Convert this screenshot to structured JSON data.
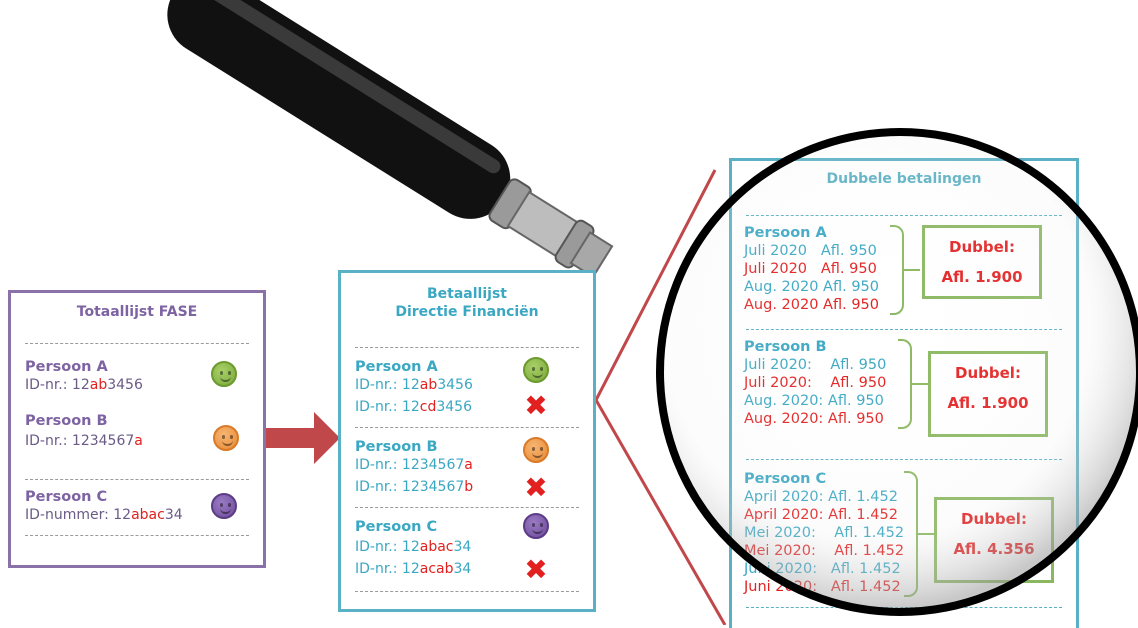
{
  "fase": {
    "title": "Totaallijst FASE",
    "persons": [
      {
        "name": "Persoon A",
        "id_prefix": "ID-nr.: 12",
        "id_red": "ab",
        "id_suffix": "3456"
      },
      {
        "name": "Persoon B",
        "id_prefix": "ID-nr.: 1234567",
        "id_red": "a",
        "id_suffix": ""
      },
      {
        "name": "Persoon C",
        "id_prefix": "ID-nummer: 12",
        "id_red": "abac",
        "id_suffix": "34"
      }
    ]
  },
  "betaal": {
    "title_line1": "Betaallijst",
    "title_line2": "Directie Financiën",
    "persons": [
      {
        "name": "Persoon A",
        "id1_prefix": "ID-nr.: 12",
        "id1_red": "ab",
        "id1_suffix": "3456",
        "id2_prefix": "ID-nr.: 12",
        "id2_red": "cd",
        "id2_suffix": "3456"
      },
      {
        "name": "Persoon B",
        "id1_prefix": "ID-nr.: 1234567",
        "id1_red": "a",
        "id1_suffix": "",
        "id2_prefix": "ID-nr.: 1234567",
        "id2_red": "b",
        "id2_suffix": ""
      },
      {
        "name": "Persoon C",
        "id1_prefix": "ID-nr.: 12",
        "id1_red": "abac",
        "id1_suffix": "34",
        "id2_prefix": "ID-nr.: 12",
        "id2_red": "acab",
        "id2_suffix": "34"
      }
    ],
    "cross_symbol": "✖"
  },
  "lens": {
    "title": "Dubbele betalingen",
    "persons": [
      {
        "name": "Persoon A",
        "rows": [
          "Juli 2020   Afl. 950",
          "Juli 2020   Afl. 950",
          "Aug. 2020 Afl. 950",
          "Aug. 2020 Afl. 950"
        ],
        "dubbel_label": "Dubbel:",
        "dubbel_amount": "Afl. 1.900"
      },
      {
        "name": "Persoon B",
        "rows": [
          "Juli 2020:    Afl. 950",
          "Juli 2020:    Afl. 950",
          "Aug. 2020: Afl. 950",
          "Aug. 2020: Afl. 950"
        ],
        "dubbel_label": "Dubbel:",
        "dubbel_amount": "Afl. 1.900"
      },
      {
        "name": "Persoon C",
        "rows": [
          "April 2020: Afl. 1.452",
          "April 2020: Afl. 1.452",
          "Mei 2020:    Afl. 1.452",
          "Mei 2020:    Afl. 1.452",
          "Juni 2020:   Afl. 1.452",
          "Juni 2020:   Afl. 1.452"
        ],
        "dubbel_label": "Dubbel:",
        "dubbel_amount": "Afl. 4.356"
      }
    ]
  },
  "colors": {
    "purple": "#7e63a3",
    "teal": "#3aa7c3",
    "red": "#e32020",
    "green": "#8ab860",
    "arrow": "#c0474a"
  },
  "icons": [
    "smiley-green-icon",
    "smiley-orange-icon",
    "smiley-purple-icon",
    "cross-icon",
    "arrow-right-icon",
    "magnifying-glass-icon"
  ]
}
